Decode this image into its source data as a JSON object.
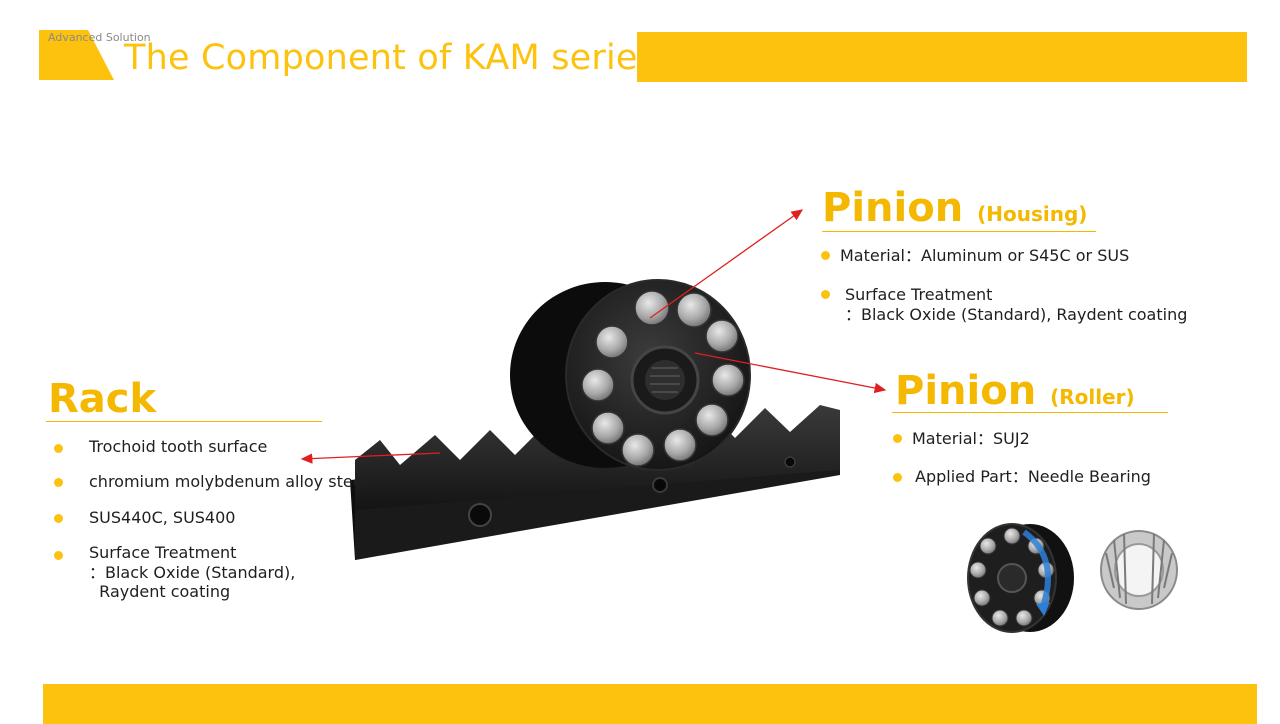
{
  "header": {
    "brand": "Advanced Solution",
    "title": "The Component of KAM series"
  },
  "colors": {
    "accent": "#fdc20e",
    "title": "#f5b800",
    "arrow": "#e02020"
  },
  "pinion_housing": {
    "title": "Pinion",
    "subtitle": "(Housing)",
    "items": [
      "Material：Aluminum or S45C or SUS",
      "Surface Treatment",
      "：Black Oxide (Standard), Raydent coating"
    ]
  },
  "pinion_roller": {
    "title": "Pinion",
    "subtitle": "(Roller)",
    "items": [
      "Material：SUJ2",
      "Applied Part：Needle Bearing"
    ]
  },
  "rack": {
    "title": "Rack",
    "items": [
      "Trochoid tooth surface",
      "chromium molybdenum alloy steel",
      "SUS440C, SUS400",
      "Surface Treatment",
      "：Black Oxide (Standard),",
      "  Raydent coating"
    ]
  }
}
